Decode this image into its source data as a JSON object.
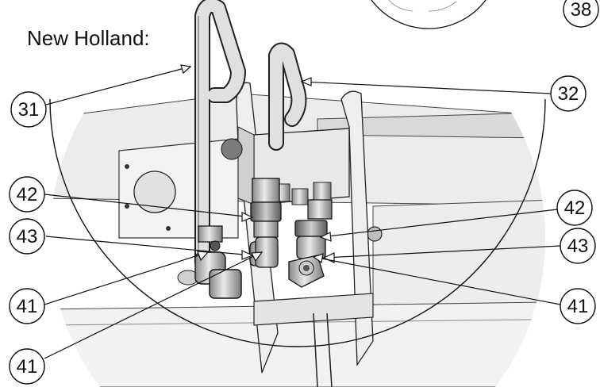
{
  "title": "New Holland:",
  "callouts": {
    "c38": "38",
    "c31": "31",
    "c32": "32",
    "c42_left": "42",
    "c42_right": "42",
    "c43_left": "43",
    "c43_right": "43",
    "c41_left_upper": "41",
    "c41_left_lower": "41",
    "c41_right": "41"
  },
  "colors": {
    "line": "#111111",
    "metal_light": "#d8d8d8",
    "metal_mid": "#a8a8a8",
    "metal_dark": "#6e6e6e",
    "panel": "#e6e6e6"
  }
}
